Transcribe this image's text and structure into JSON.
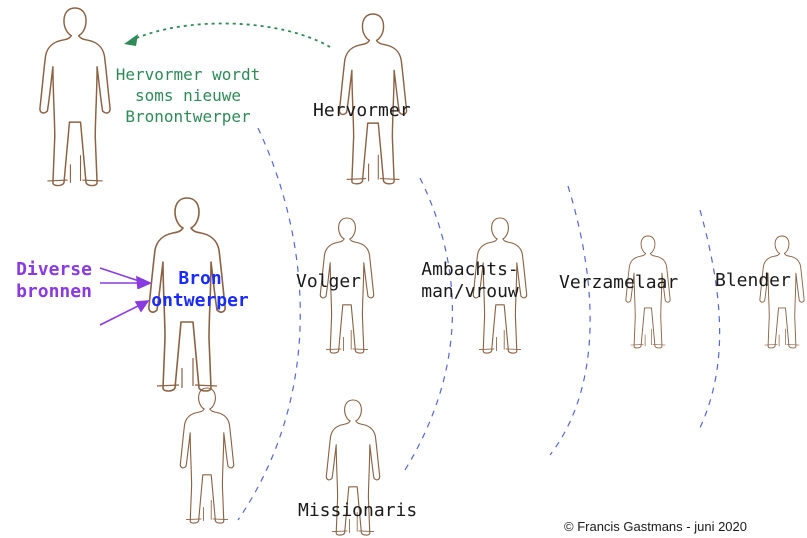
{
  "roles": {
    "reformer": "Hervormer",
    "reformer_note": [
      "Hervormer wordt",
      "soms nieuwe",
      "Bronontwerper"
    ],
    "source_designer": [
      "Bron",
      "ontwerper"
    ],
    "diverse_sources": [
      "Diverse",
      "bronnen"
    ],
    "follower": "Volger",
    "craftsperson": [
      "Ambachts-",
      "man/vrouw"
    ],
    "collector": "Verzamelaar",
    "blender": "Blender",
    "missionary": "Missionaris"
  },
  "copyright": "© Francis Gastmans - juni 2020",
  "colors": {
    "figure": "#8b6243",
    "arc": "#5566dd",
    "reformer_note": "#2e8b57",
    "source_designer": "#1a2bff",
    "diverse_sources": "#8a3be0"
  }
}
